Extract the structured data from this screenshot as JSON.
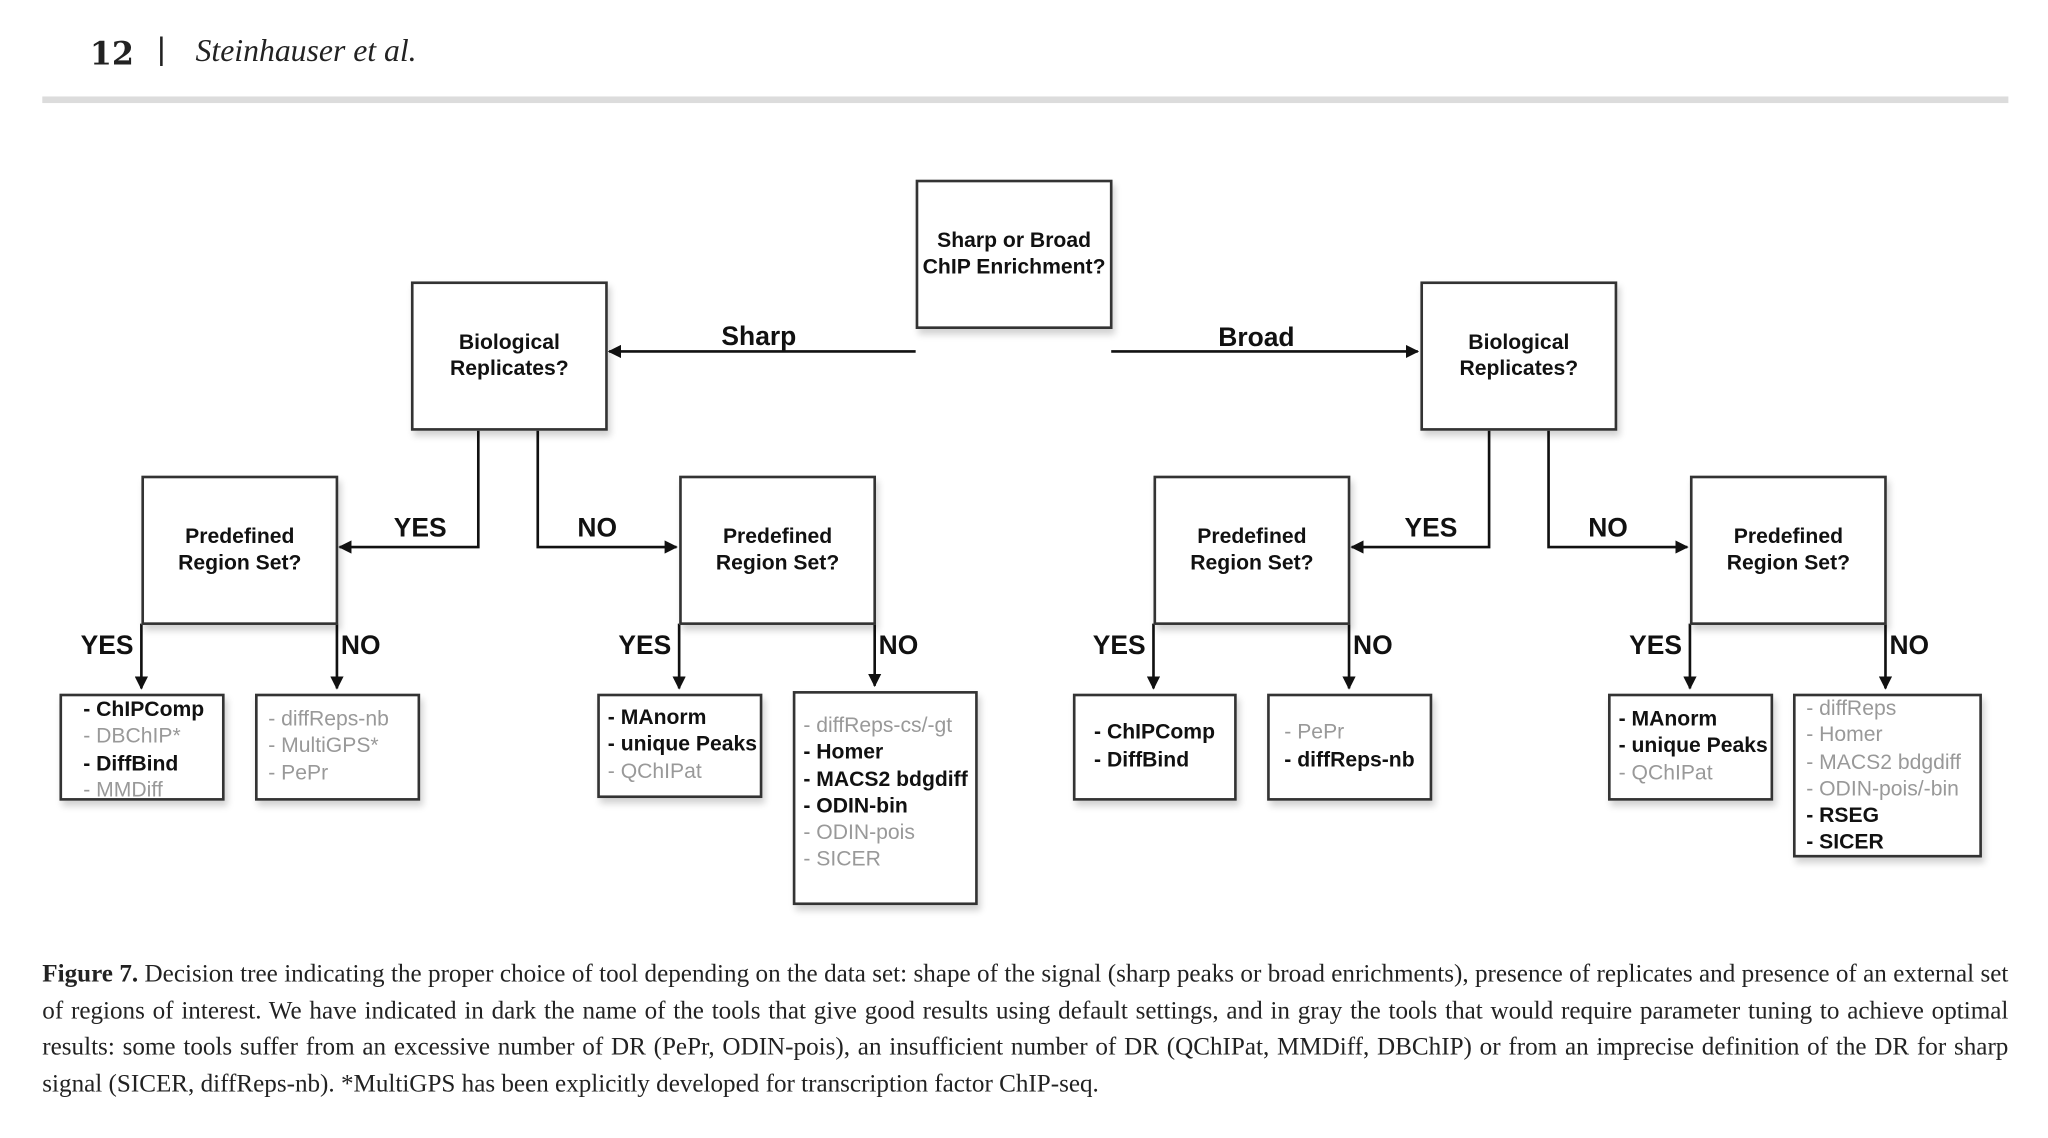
{
  "header": {
    "page_number": "12",
    "separator": "|",
    "authors": "Steinhauser et al."
  },
  "diagram": {
    "root": "Sharp or Broad\nChIP Enrichment?",
    "branch_labels": {
      "sharp": "Sharp",
      "broad": "Broad"
    },
    "left": {
      "question": "Biological\nReplicates?",
      "yes": "YES",
      "no": "NO"
    },
    "right": {
      "question": "Biological\nReplicates?",
      "yes": "YES",
      "no": "NO"
    },
    "predefined": [
      {
        "question": "Predefined\nRegion Set?",
        "yes": "YES",
        "no": "NO"
      },
      {
        "question": "Predefined\nRegion Set?",
        "yes": "YES",
        "no": "NO"
      },
      {
        "question": "Predefined\nRegion Set?",
        "yes": "YES",
        "no": "NO"
      },
      {
        "question": "Predefined\nRegion Set?",
        "yes": "YES",
        "no": "NO"
      }
    ],
    "leaves": [
      {
        "items": [
          {
            "text": "- ChIPComp",
            "tone": "dark"
          },
          {
            "text": "- DBChIP*",
            "tone": "gray"
          },
          {
            "text": "- DiffBind",
            "tone": "dark"
          },
          {
            "text": "- MMDiff",
            "tone": "gray"
          }
        ]
      },
      {
        "items": [
          {
            "text": "- diffReps-nb",
            "tone": "gray"
          },
          {
            "text": "- MultiGPS*",
            "tone": "gray"
          },
          {
            "text": "- PePr",
            "tone": "gray"
          }
        ]
      },
      {
        "items": [
          {
            "text": "- MAnorm",
            "tone": "dark"
          },
          {
            "text": "- unique Peaks",
            "tone": "dark"
          },
          {
            "text": "- QChIPat",
            "tone": "gray"
          }
        ]
      },
      {
        "items": [
          {
            "text": "- diffReps-cs/-gt",
            "tone": "gray"
          },
          {
            "text": "- Homer",
            "tone": "dark"
          },
          {
            "text": "- MACS2 bdgdiff",
            "tone": "dark"
          },
          {
            "text": "- ODIN-bin",
            "tone": "dark"
          },
          {
            "text": "- ODIN-pois",
            "tone": "gray"
          },
          {
            "text": "- SICER",
            "tone": "gray"
          }
        ]
      },
      {
        "items": [
          {
            "text": "- ChIPComp",
            "tone": "dark"
          },
          {
            "text": "- DiffBind",
            "tone": "dark"
          }
        ]
      },
      {
        "items": [
          {
            "text": "- PePr",
            "tone": "gray"
          },
          {
            "text": "- diffReps-nb",
            "tone": "dark"
          }
        ]
      },
      {
        "items": [
          {
            "text": "- MAnorm",
            "tone": "dark"
          },
          {
            "text": "- unique Peaks",
            "tone": "dark"
          },
          {
            "text": "- QChIPat",
            "tone": "gray"
          }
        ]
      },
      {
        "items": [
          {
            "text": "- diffReps",
            "tone": "gray"
          },
          {
            "text": "- Homer",
            "tone": "gray"
          },
          {
            "text": "- MACS2 bdgdiff",
            "tone": "gray"
          },
          {
            "text": "- ODIN-pois/-bin",
            "tone": "gray"
          },
          {
            "text": "- RSEG",
            "tone": "dark"
          },
          {
            "text": "- SICER",
            "tone": "dark"
          }
        ]
      }
    ],
    "colors": {
      "dark": "#111111",
      "gray": "#999999"
    }
  },
  "caption": {
    "label": "Figure 7.",
    "text": "Decision tree indicating the proper choice of tool depending on the data set: shape of the signal (sharp peaks or broad enrichments), presence of replicates and presence of an external set of regions of interest. We have indicated in dark the name of the tools that give good results using default settings, and in gray the tools that would require parameter tuning to achieve optimal results: some tools suffer from an excessive number of DR (PePr, ODIN-pois), an insufficient number of DR (QChIPat, MMDiff, DBChIP) or from an imprecise definition of the DR for sharp signal (SICER, diffReps-nb). *MultiGPS has been explicitly developed for transcription factor ChIP-seq."
  }
}
